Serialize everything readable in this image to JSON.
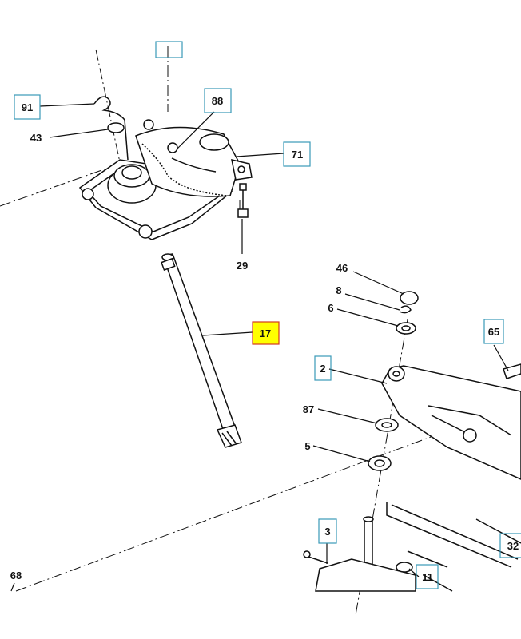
{
  "callouts": {
    "c91": "91",
    "c43": "43",
    "c88": "88",
    "c71": "71",
    "c29": "29",
    "c17": "17",
    "c46": "46",
    "c8": "8",
    "c6": "6",
    "c65": "65",
    "c2": "2",
    "c87": "87",
    "c5": "5",
    "c3": "3",
    "c11": "11",
    "c32": "32",
    "c68": "68"
  },
  "colors": {
    "box_border": "#3a9ab8",
    "highlight_fill": "#ffff00",
    "highlight_border": "#d23a1e"
  }
}
